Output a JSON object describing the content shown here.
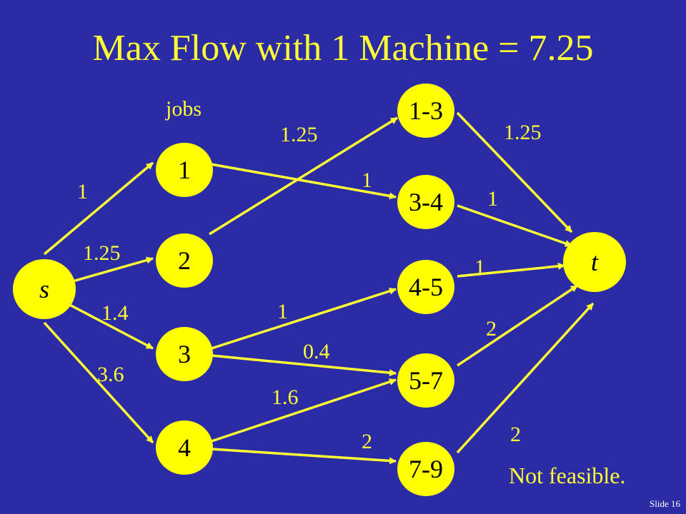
{
  "title": "Max Flow with 1 Machine = 7.25",
  "jobs_label": "jobs",
  "note": "Not feasible.",
  "slide_number": "Slide 16",
  "colors": {
    "background": "#2b2ba6",
    "accent": "#ffff33",
    "node_fill": "#ffff00",
    "node_text": "#000000"
  },
  "nodes": [
    {
      "id": "s",
      "label": "s"
    },
    {
      "id": "j1",
      "label": "1"
    },
    {
      "id": "j2",
      "label": "2"
    },
    {
      "id": "j3",
      "label": "3"
    },
    {
      "id": "j4",
      "label": "4"
    },
    {
      "id": "i13",
      "label": "1-3"
    },
    {
      "id": "i34",
      "label": "3-4"
    },
    {
      "id": "i45",
      "label": "4-5"
    },
    {
      "id": "i57",
      "label": "5-7"
    },
    {
      "id": "i79",
      "label": "7-9"
    },
    {
      "id": "t",
      "label": "t"
    }
  ],
  "edges": [
    {
      "from": "s",
      "to": "j1",
      "label": "1"
    },
    {
      "from": "s",
      "to": "j2",
      "label": "1.25"
    },
    {
      "from": "s",
      "to": "j3",
      "label": "1.4"
    },
    {
      "from": "s",
      "to": "j4",
      "label": "3.6"
    },
    {
      "from": "j1",
      "to": "i34",
      "label": "1"
    },
    {
      "from": "j2",
      "to": "i13",
      "label": "1.25"
    },
    {
      "from": "j3",
      "to": "i45",
      "label": "1"
    },
    {
      "from": "j3",
      "to": "i57",
      "label": "0.4"
    },
    {
      "from": "j4",
      "to": "i57",
      "label": "1.6"
    },
    {
      "from": "j4",
      "to": "i79",
      "label": "2"
    },
    {
      "from": "i13",
      "to": "t",
      "label": "1.25"
    },
    {
      "from": "i34",
      "to": "t",
      "label": "1"
    },
    {
      "from": "i45",
      "to": "t",
      "label": "1"
    },
    {
      "from": "i57",
      "to": "t",
      "label": "2"
    },
    {
      "from": "i79",
      "to": "t",
      "label": "2"
    }
  ]
}
